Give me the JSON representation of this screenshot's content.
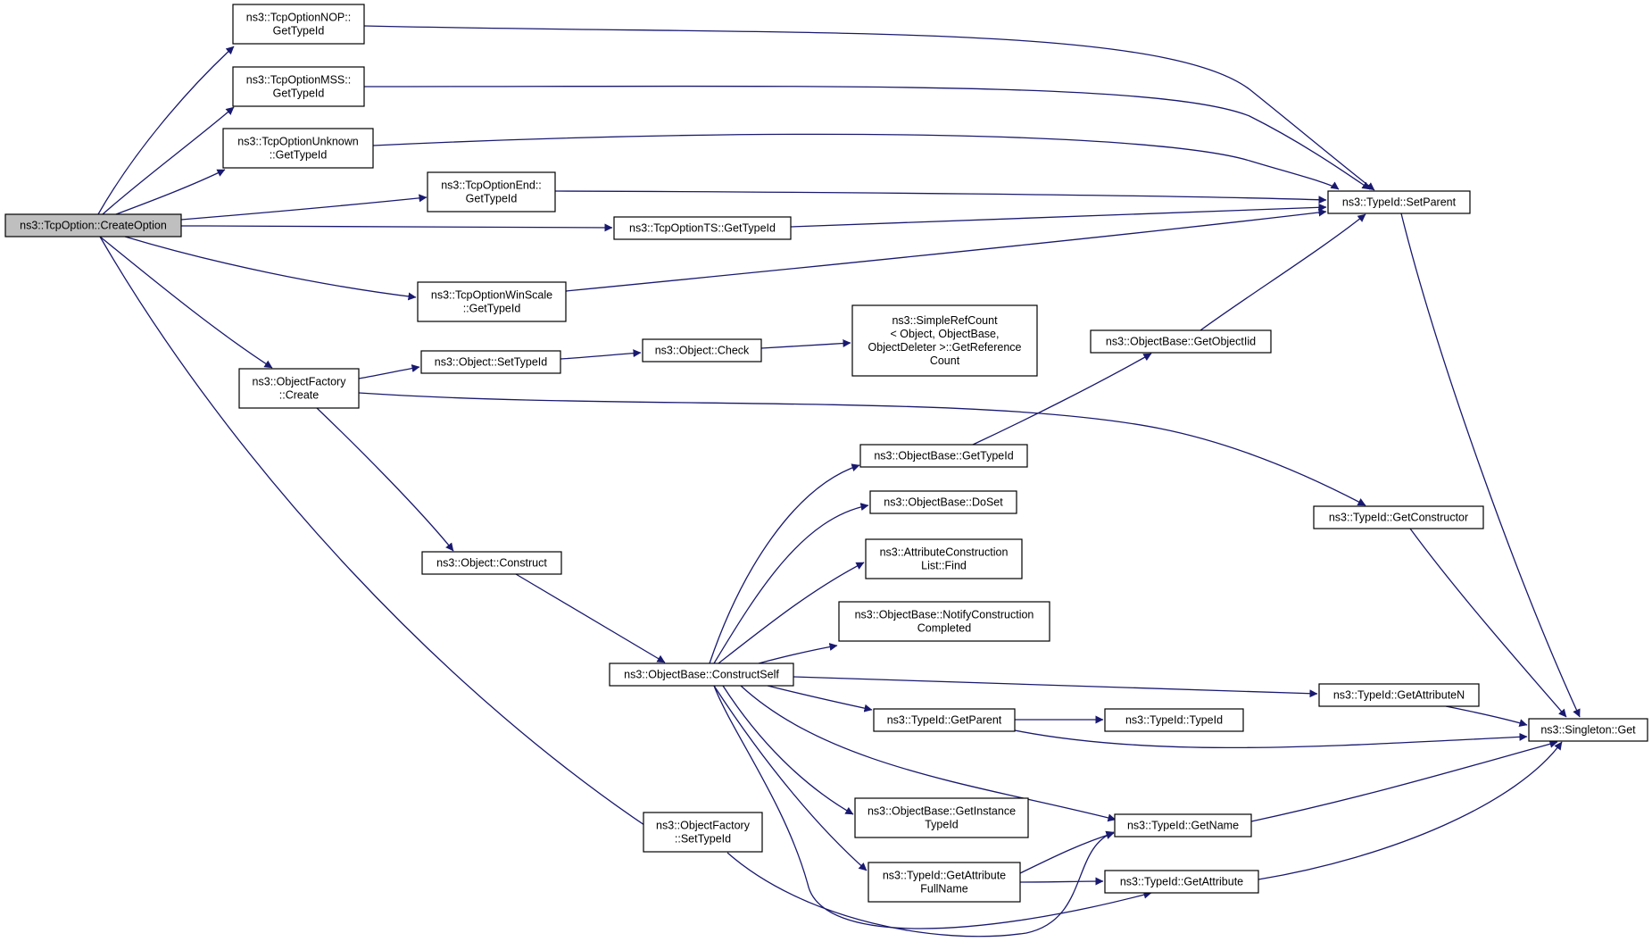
{
  "graph": {
    "nodes": [
      {
        "id": "create_option",
        "lines": [
          "ns3::TcpOption::CreateOption"
        ],
        "root": true
      },
      {
        "id": "nop_gettypeid",
        "lines": [
          "ns3::TcpOptionNOP::",
          "GetTypeId"
        ]
      },
      {
        "id": "mss_gettypeid",
        "lines": [
          "ns3::TcpOptionMSS::",
          "GetTypeId"
        ]
      },
      {
        "id": "unknown_gettypeid",
        "lines": [
          "ns3::TcpOptionUnknown",
          "::GetTypeId"
        ]
      },
      {
        "id": "end_gettypeid",
        "lines": [
          "ns3::TcpOptionEnd::",
          "GetTypeId"
        ]
      },
      {
        "id": "ts_gettypeid",
        "lines": [
          "ns3::TcpOptionTS::GetTypeId"
        ]
      },
      {
        "id": "winscale_gettypeid",
        "lines": [
          "ns3::TcpOptionWinScale",
          "::GetTypeId"
        ]
      },
      {
        "id": "objectfactory_create",
        "lines": [
          "ns3::ObjectFactory",
          "::Create"
        ]
      },
      {
        "id": "object_settypeid",
        "lines": [
          "ns3::Object::SetTypeId"
        ]
      },
      {
        "id": "object_check",
        "lines": [
          "ns3::Object::Check"
        ]
      },
      {
        "id": "simplerefcount",
        "lines": [
          "ns3::SimpleRefCount",
          "< Object, ObjectBase,",
          "ObjectDeleter >::GetReference",
          "Count"
        ]
      },
      {
        "id": "typeid_setparent",
        "lines": [
          "ns3::TypeId::SetParent"
        ]
      },
      {
        "id": "objectbase_getobjectiid",
        "lines": [
          "ns3::ObjectBase::GetObjectIid"
        ]
      },
      {
        "id": "objectbase_gettypeid",
        "lines": [
          "ns3::ObjectBase::GetTypeId"
        ]
      },
      {
        "id": "objectbase_doset",
        "lines": [
          "ns3::ObjectBase::DoSet"
        ]
      },
      {
        "id": "attrlist_find",
        "lines": [
          "ns3::AttributeConstruction",
          "List::Find"
        ]
      },
      {
        "id": "notify_completed",
        "lines": [
          "ns3::ObjectBase::NotifyConstruction",
          "Completed"
        ]
      },
      {
        "id": "object_construct",
        "lines": [
          "ns3::Object::Construct"
        ]
      },
      {
        "id": "constructself",
        "lines": [
          "ns3::ObjectBase::ConstructSelf"
        ]
      },
      {
        "id": "typeid_getconstructor",
        "lines": [
          "ns3::TypeId::GetConstructor"
        ]
      },
      {
        "id": "typeid_getattributen",
        "lines": [
          "ns3::TypeId::GetAttributeN"
        ]
      },
      {
        "id": "typeid_getparent",
        "lines": [
          "ns3::TypeId::GetParent"
        ]
      },
      {
        "id": "typeid_typeid",
        "lines": [
          "ns3::TypeId::TypeId"
        ]
      },
      {
        "id": "singleton_get",
        "lines": [
          "ns3::Singleton::Get"
        ]
      },
      {
        "id": "objectbase_getinstance",
        "lines": [
          "ns3::ObjectBase::GetInstance",
          "TypeId"
        ]
      },
      {
        "id": "typeid_getname",
        "lines": [
          "ns3::TypeId::GetName"
        ]
      },
      {
        "id": "objectfactory_settypeid",
        "lines": [
          "ns3::ObjectFactory",
          "::SetTypeId"
        ]
      },
      {
        "id": "typeid_getattrfullname",
        "lines": [
          "ns3::TypeId::GetAttribute",
          "FullName"
        ]
      },
      {
        "id": "typeid_getattribute",
        "lines": [
          "ns3::TypeId::GetAttribute"
        ]
      }
    ],
    "edge_color": "#191970",
    "root_fill": "#bfbfbf",
    "edges": [
      [
        "create_option",
        "nop_gettypeid"
      ],
      [
        "create_option",
        "mss_gettypeid"
      ],
      [
        "create_option",
        "unknown_gettypeid"
      ],
      [
        "create_option",
        "end_gettypeid"
      ],
      [
        "create_option",
        "ts_gettypeid"
      ],
      [
        "create_option",
        "winscale_gettypeid"
      ],
      [
        "create_option",
        "objectfactory_create"
      ],
      [
        "create_option",
        "objectfactory_settypeid"
      ],
      [
        "nop_gettypeid",
        "typeid_setparent"
      ],
      [
        "mss_gettypeid",
        "typeid_setparent"
      ],
      [
        "unknown_gettypeid",
        "typeid_setparent"
      ],
      [
        "end_gettypeid",
        "typeid_setparent"
      ],
      [
        "ts_gettypeid",
        "typeid_setparent"
      ],
      [
        "winscale_gettypeid",
        "typeid_setparent"
      ],
      [
        "objectfactory_create",
        "object_settypeid"
      ],
      [
        "objectfactory_create",
        "typeid_getconstructor"
      ],
      [
        "objectfactory_create",
        "object_construct"
      ],
      [
        "object_settypeid",
        "object_check"
      ],
      [
        "object_check",
        "simplerefcount"
      ],
      [
        "objectbase_getobjectiid",
        "typeid_setparent"
      ],
      [
        "objectbase_gettypeid",
        "objectbase_getobjectiid"
      ],
      [
        "typeid_setparent",
        "singleton_get"
      ],
      [
        "typeid_getconstructor",
        "singleton_get"
      ],
      [
        "object_construct",
        "constructself"
      ],
      [
        "constructself",
        "objectbase_gettypeid"
      ],
      [
        "constructself",
        "objectbase_doset"
      ],
      [
        "constructself",
        "attrlist_find"
      ],
      [
        "constructself",
        "notify_completed"
      ],
      [
        "constructself",
        "typeid_getattributen"
      ],
      [
        "constructself",
        "typeid_getparent"
      ],
      [
        "constructself",
        "typeid_getname"
      ],
      [
        "constructself",
        "objectbase_getinstance"
      ],
      [
        "constructself",
        "typeid_getattrfullname"
      ],
      [
        "constructself",
        "typeid_getattribute"
      ],
      [
        "typeid_getparent",
        "typeid_typeid"
      ],
      [
        "typeid_getparent",
        "singleton_get"
      ],
      [
        "typeid_getattributen",
        "singleton_get"
      ],
      [
        "typeid_getname",
        "singleton_get"
      ],
      [
        "typeid_getattribute",
        "singleton_get"
      ],
      [
        "typeid_getattrfullname",
        "typeid_getname"
      ],
      [
        "typeid_getattrfullname",
        "typeid_getattribute"
      ],
      [
        "objectfactory_settypeid",
        "typeid_getname"
      ]
    ]
  }
}
